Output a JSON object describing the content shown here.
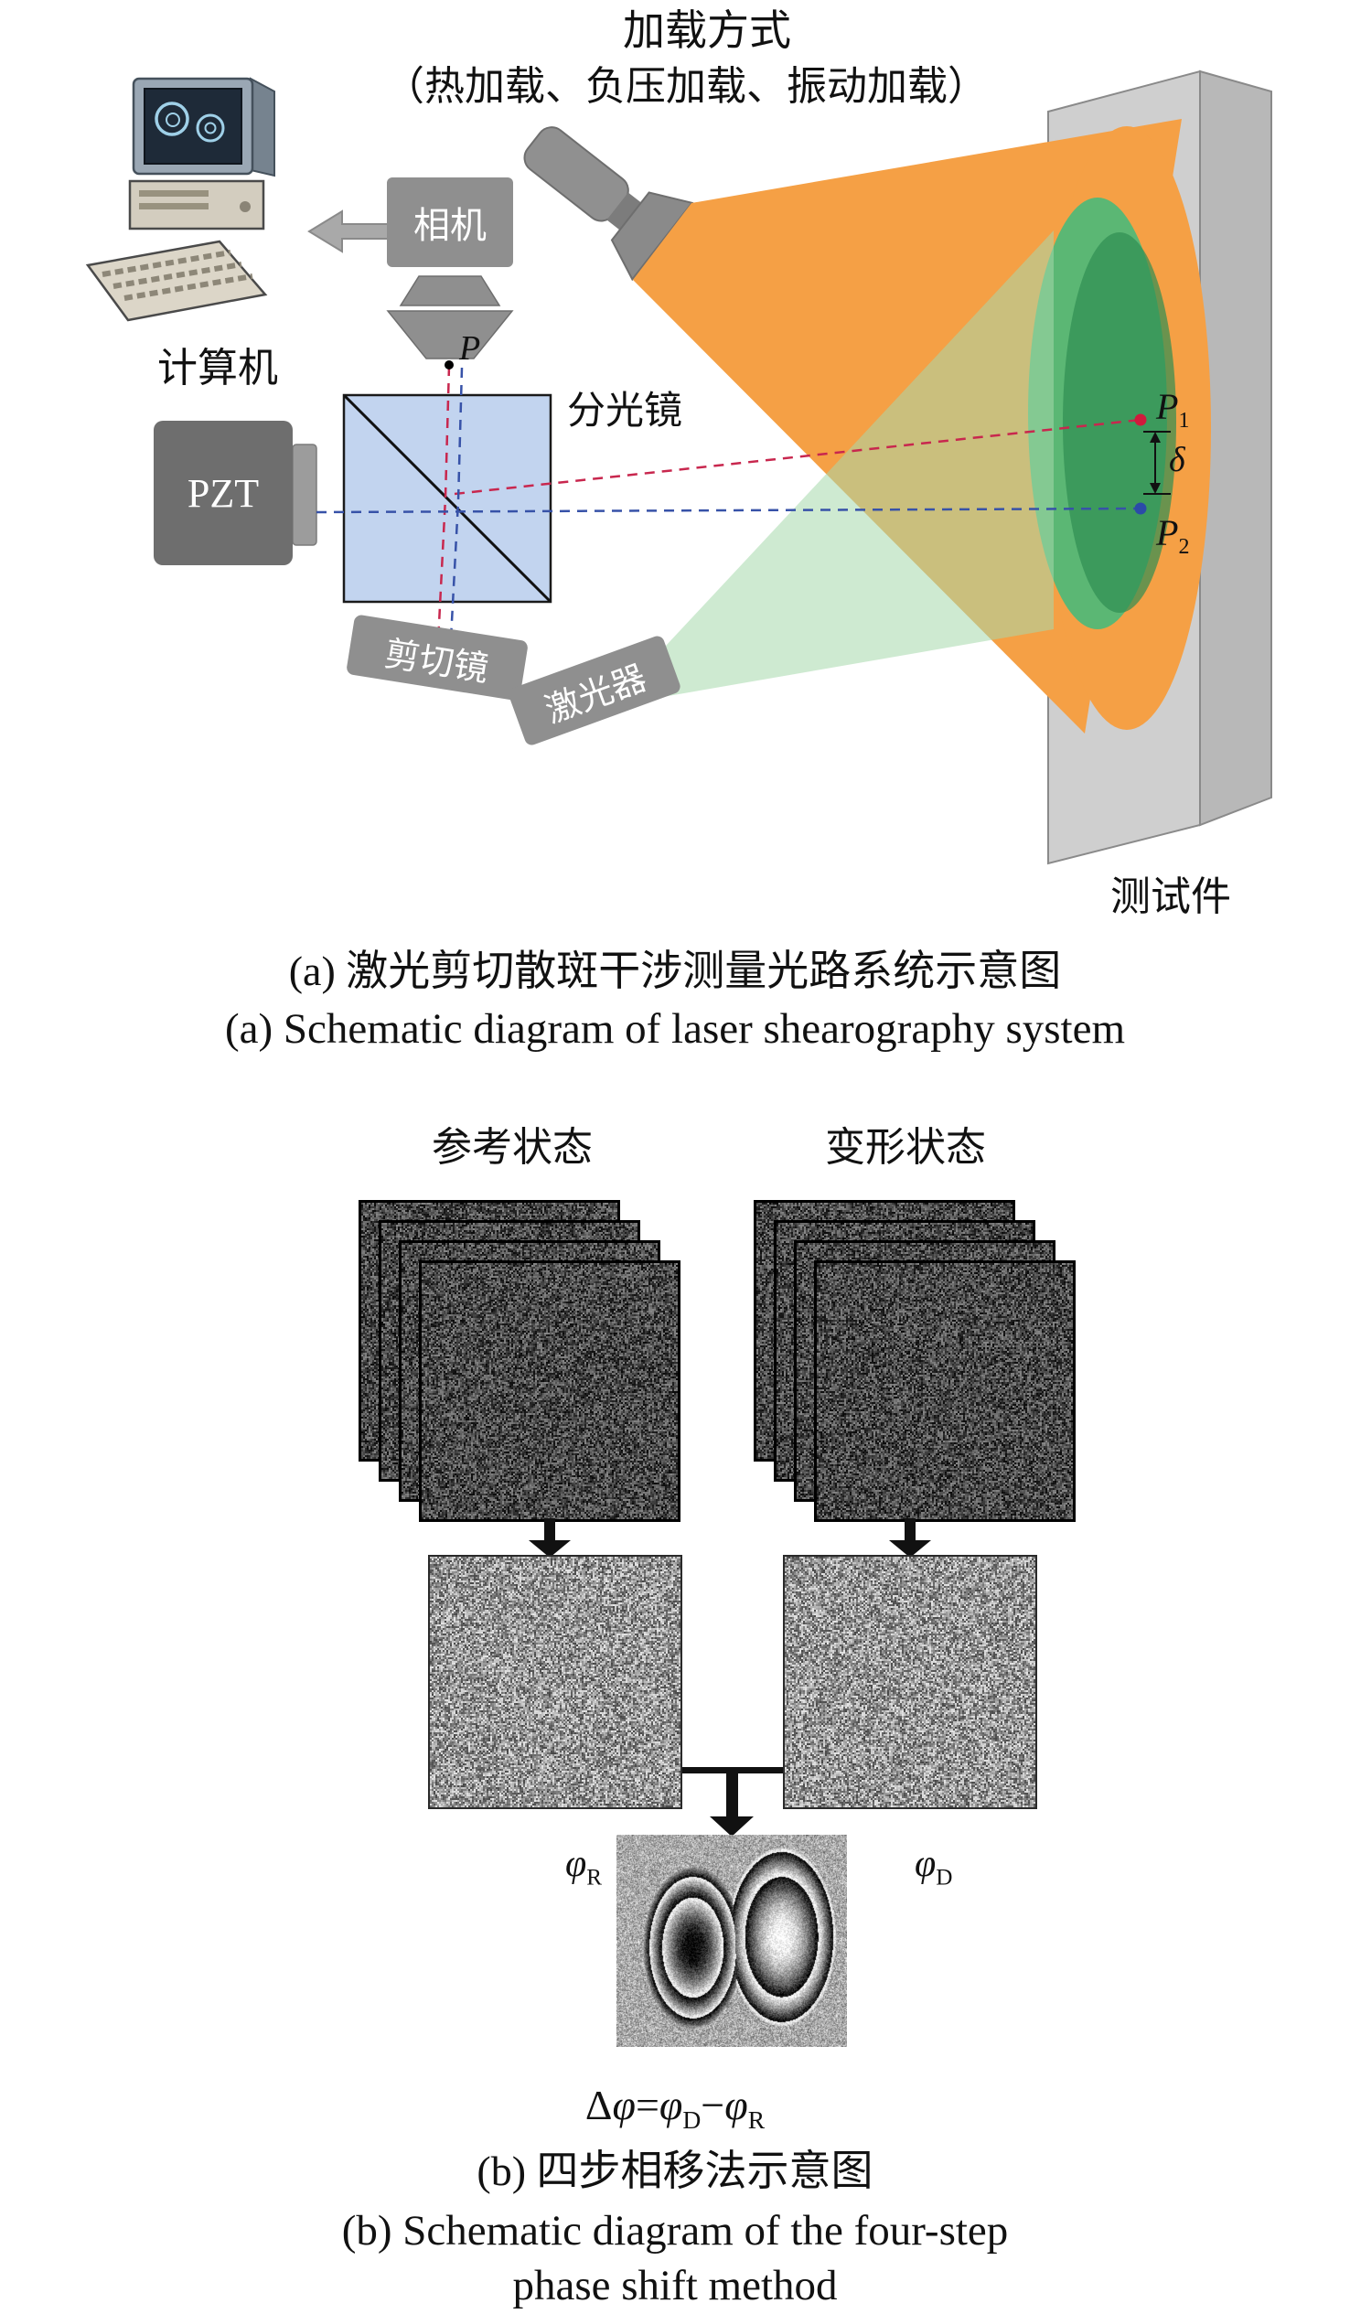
{
  "colors": {
    "beam_orange": "#F5A045",
    "beam_green": "#52B877",
    "beam_green_dark": "#2F8D52",
    "splitter_blue": "#B7CDEC",
    "ray_red": "#C8274E",
    "ray_blue": "#3752A8",
    "panel_gray": "#CFCFCF",
    "box_gray": "#8F8F8F"
  },
  "panel_a": {
    "loading_title": "加载方式",
    "loading_subtitle": "（热加载、负压加载、振动加载）",
    "computer_label": "计算机",
    "camera_label": "相机",
    "splitter_label": "分光镜",
    "pzt_label": "PZT",
    "shear_label": "剪切镜",
    "laser_label": "激光器",
    "specimen_label": "测试件",
    "point_p": "P",
    "p_sub_1": "1",
    "p_sub_2": "2",
    "delta": "δ",
    "caption_zh": "(a) 激光剪切散斑干涉测量光路系统示意图",
    "caption_en": "(a) Schematic diagram of laser shearography system"
  },
  "panel_b": {
    "reference_label": "参考状态",
    "deformed_label": "变形状态",
    "phi": "φ",
    "sub_r": "R",
    "sub_d": "D",
    "equation": {
      "delta": "Δ",
      "phi": "φ",
      "equals": "=",
      "sub_d": "D",
      "minus": "−",
      "sub_r": "R"
    },
    "caption_zh": "(b) 四步相移法示意图",
    "caption_en_line1": "(b) Schematic diagram of the four-step",
    "caption_en_line2": "phase shift method"
  }
}
